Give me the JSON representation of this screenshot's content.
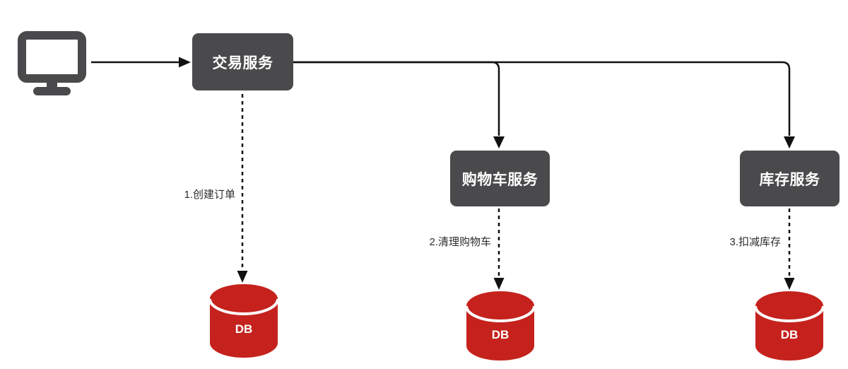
{
  "nodes": {
    "client": {
      "icon": "monitor"
    },
    "trade_service": {
      "label": "交易服务"
    },
    "cart_service": {
      "label": "购物车服务"
    },
    "inventory_service": {
      "label": "库存服务"
    },
    "trade_db": {
      "label": "DB"
    },
    "cart_db": {
      "label": "DB"
    },
    "inventory_db": {
      "label": "DB"
    }
  },
  "edge_labels": {
    "create_order": "1.创建订单",
    "clear_cart": "2.清理购物车",
    "deduct_inventory": "3.扣减库存"
  },
  "colors": {
    "service_node_fill": "#4A4A4C",
    "service_node_text": "#FFFFFF",
    "database_fill": "#C5221D",
    "database_text": "#FFFFFF",
    "connector_line": "#111111",
    "edge_label_text": "#2D2D2D",
    "background": "#FFFFFF"
  }
}
